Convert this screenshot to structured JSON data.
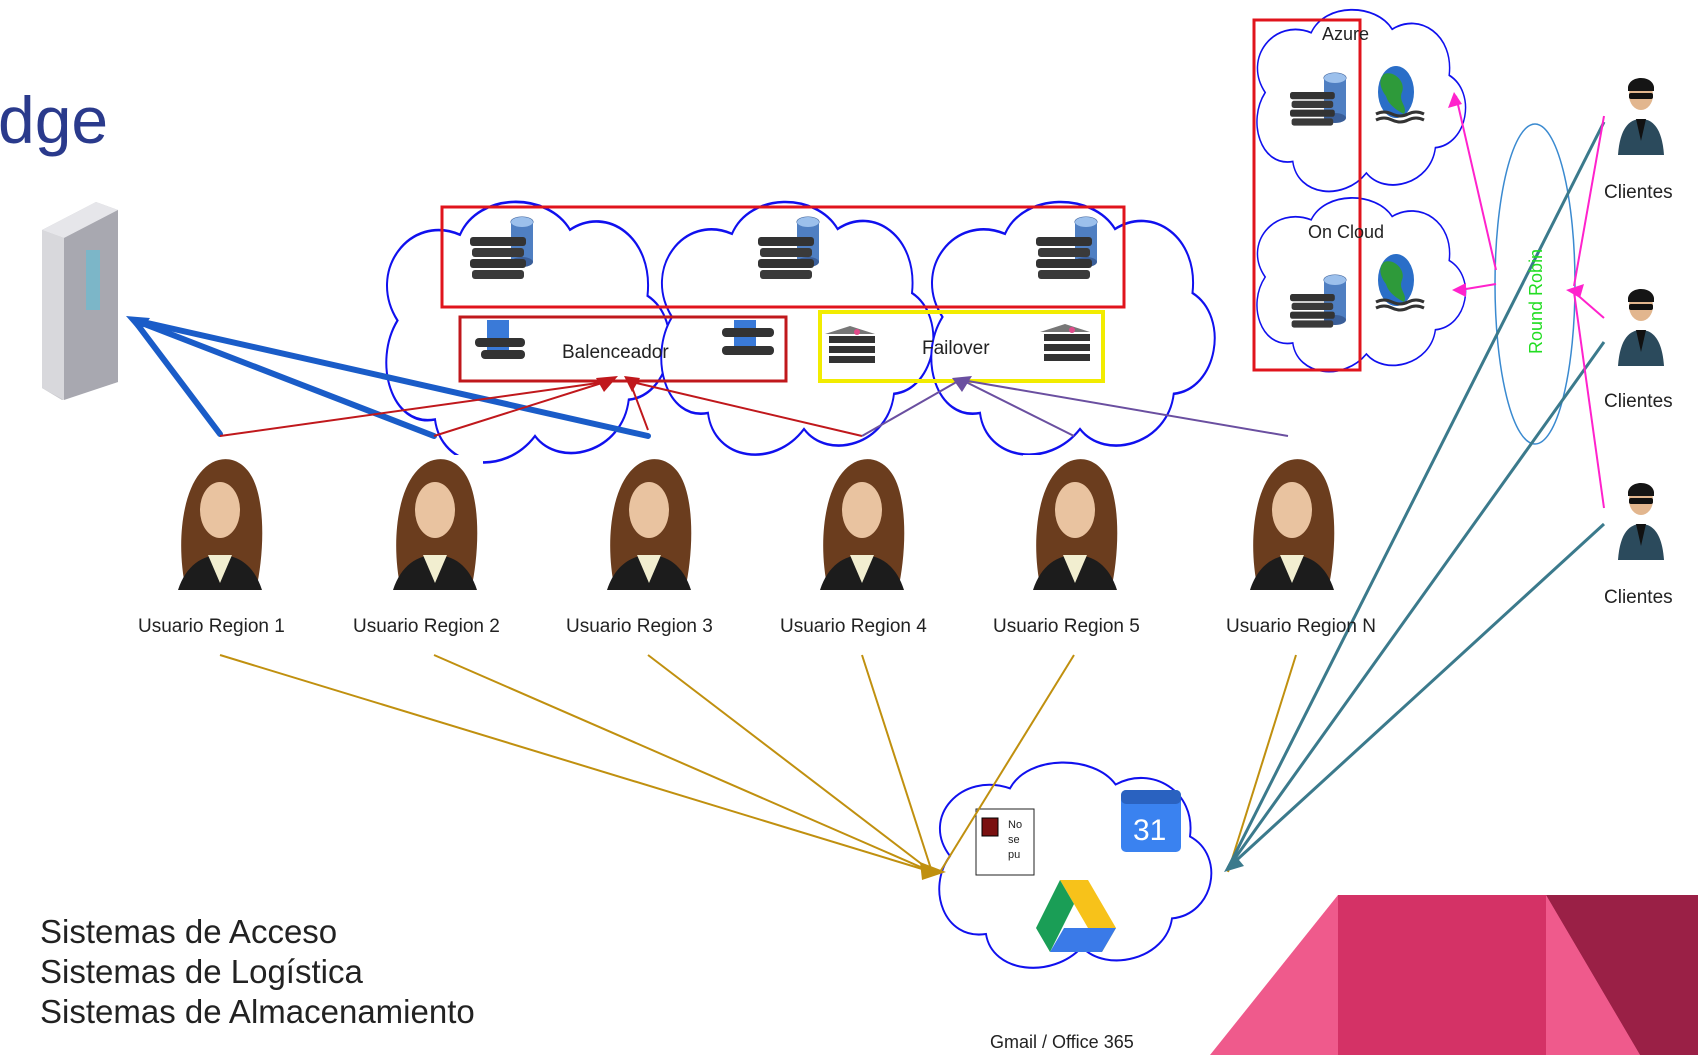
{
  "slide": {
    "title_fragment": "dge",
    "bullets": [
      "Sistemas de Acceso",
      "Sistemas de Logística",
      "Sistemas de Almacenamiento"
    ]
  },
  "users": [
    "Usuario Region 1",
    "Usuario Region 2",
    "Usuario Region 3",
    "Usuario Region 4",
    "Usuario Region 5",
    "Usuario Region N"
  ],
  "clients": [
    "Clientes",
    "Clientes",
    "Clientes"
  ],
  "cloud_labels": {
    "balancer": "Balenceador",
    "failover": "Failover",
    "azure": "Azure",
    "on_cloud": "On Cloud",
    "round_robin": "Round Robin",
    "saas": "Gmail / Office 365",
    "calendar_day": "31",
    "broken_image_text": [
      "No",
      "se",
      "pu"
    ]
  },
  "colors": {
    "title": "#2a3a8c",
    "red_box": "#e0141c",
    "yellow_box": "#f2ec00",
    "cloud_outline": "#1010ee",
    "blue_arrow": "#1a5cc8",
    "red_arrow": "#c0181c",
    "purple_arrow": "#6a4fa0",
    "gold_arrow": "#c0900f",
    "teal_arrow": "#3b7a8c",
    "magenta_arrow": "#ff22cc",
    "round_robin_text": "#22dd22",
    "accent_pink": "#ef5a8c",
    "accent_crimson": "#d43266",
    "accent_dark": "#9a2046"
  }
}
